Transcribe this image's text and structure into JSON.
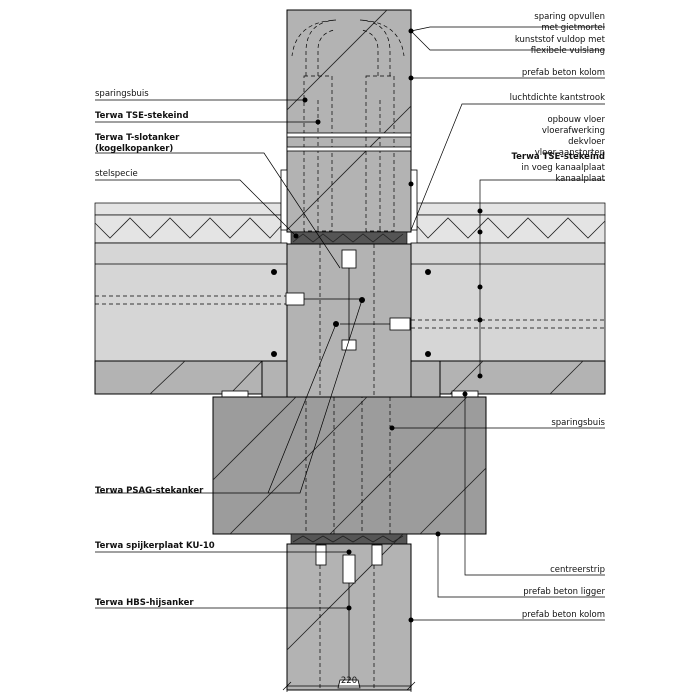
{
  "labels_right": [
    {
      "id": "sparing-opvullen",
      "lines": [
        "sparing opvullen",
        "met gietmortel"
      ]
    },
    {
      "id": "kunststof-vuldop",
      "lines": [
        "kunststof vuldop met",
        "flexibele vulslang"
      ]
    },
    {
      "id": "prefab-beton-kolom-top",
      "lines": [
        "prefab beton kolom"
      ]
    },
    {
      "id": "luchtdichte-kantstrook",
      "lines": [
        "luchtdichte kantstrook"
      ]
    },
    {
      "id": "vloeropbouw",
      "lines": [
        "opbouw vloer",
        "vloerafwerking",
        "dekvloer",
        "vloer aanstorten"
      ]
    },
    {
      "id": "tse-stekeind-right",
      "lines": [
        "Terwa TSE-stekeind"
      ],
      "bold": true
    },
    {
      "id": "in-voeg-kanaalplaat",
      "lines": [
        "in voeg kanaalplaat",
        "kanaalplaat"
      ]
    },
    {
      "id": "sparingsbuis-right",
      "lines": [
        "sparingsbuis"
      ]
    },
    {
      "id": "centreerstrip",
      "lines": [
        "centreerstrip"
      ]
    },
    {
      "id": "prefab-beton-ligger",
      "lines": [
        "prefab beton ligger"
      ]
    },
    {
      "id": "prefab-beton-kolom-bottom",
      "lines": [
        "prefab beton kolom"
      ]
    }
  ],
  "labels_left": [
    {
      "id": "sparingsbuis-left",
      "lines": [
        "sparingsbuis"
      ]
    },
    {
      "id": "tse-stekeind-left",
      "lines": [
        "Terwa TSE-stekeind"
      ],
      "bold": true
    },
    {
      "id": "t-slotanker",
      "lines": [
        "Terwa T-slotanker",
        "(kogelkopanker)"
      ],
      "bold": true
    },
    {
      "id": "stelspecie",
      "lines": [
        "stelspecie"
      ]
    },
    {
      "id": "psag-stekanker",
      "lines": [
        "Terwa PSAG-stekanker"
      ],
      "bold": true
    },
    {
      "id": "spijkerplaat",
      "lines": [
        "Terwa spijkerplaat KU-10"
      ],
      "bold": true
    },
    {
      "id": "hbs-hijsanker",
      "lines": [
        "Terwa HBS-hijsanker"
      ],
      "bold": true
    }
  ],
  "dimension": {
    "value": "220"
  },
  "colors": {
    "concrete": "#b3b3b3",
    "slab": "#d6d6d6",
    "screed": "#e4e4e4"
  }
}
